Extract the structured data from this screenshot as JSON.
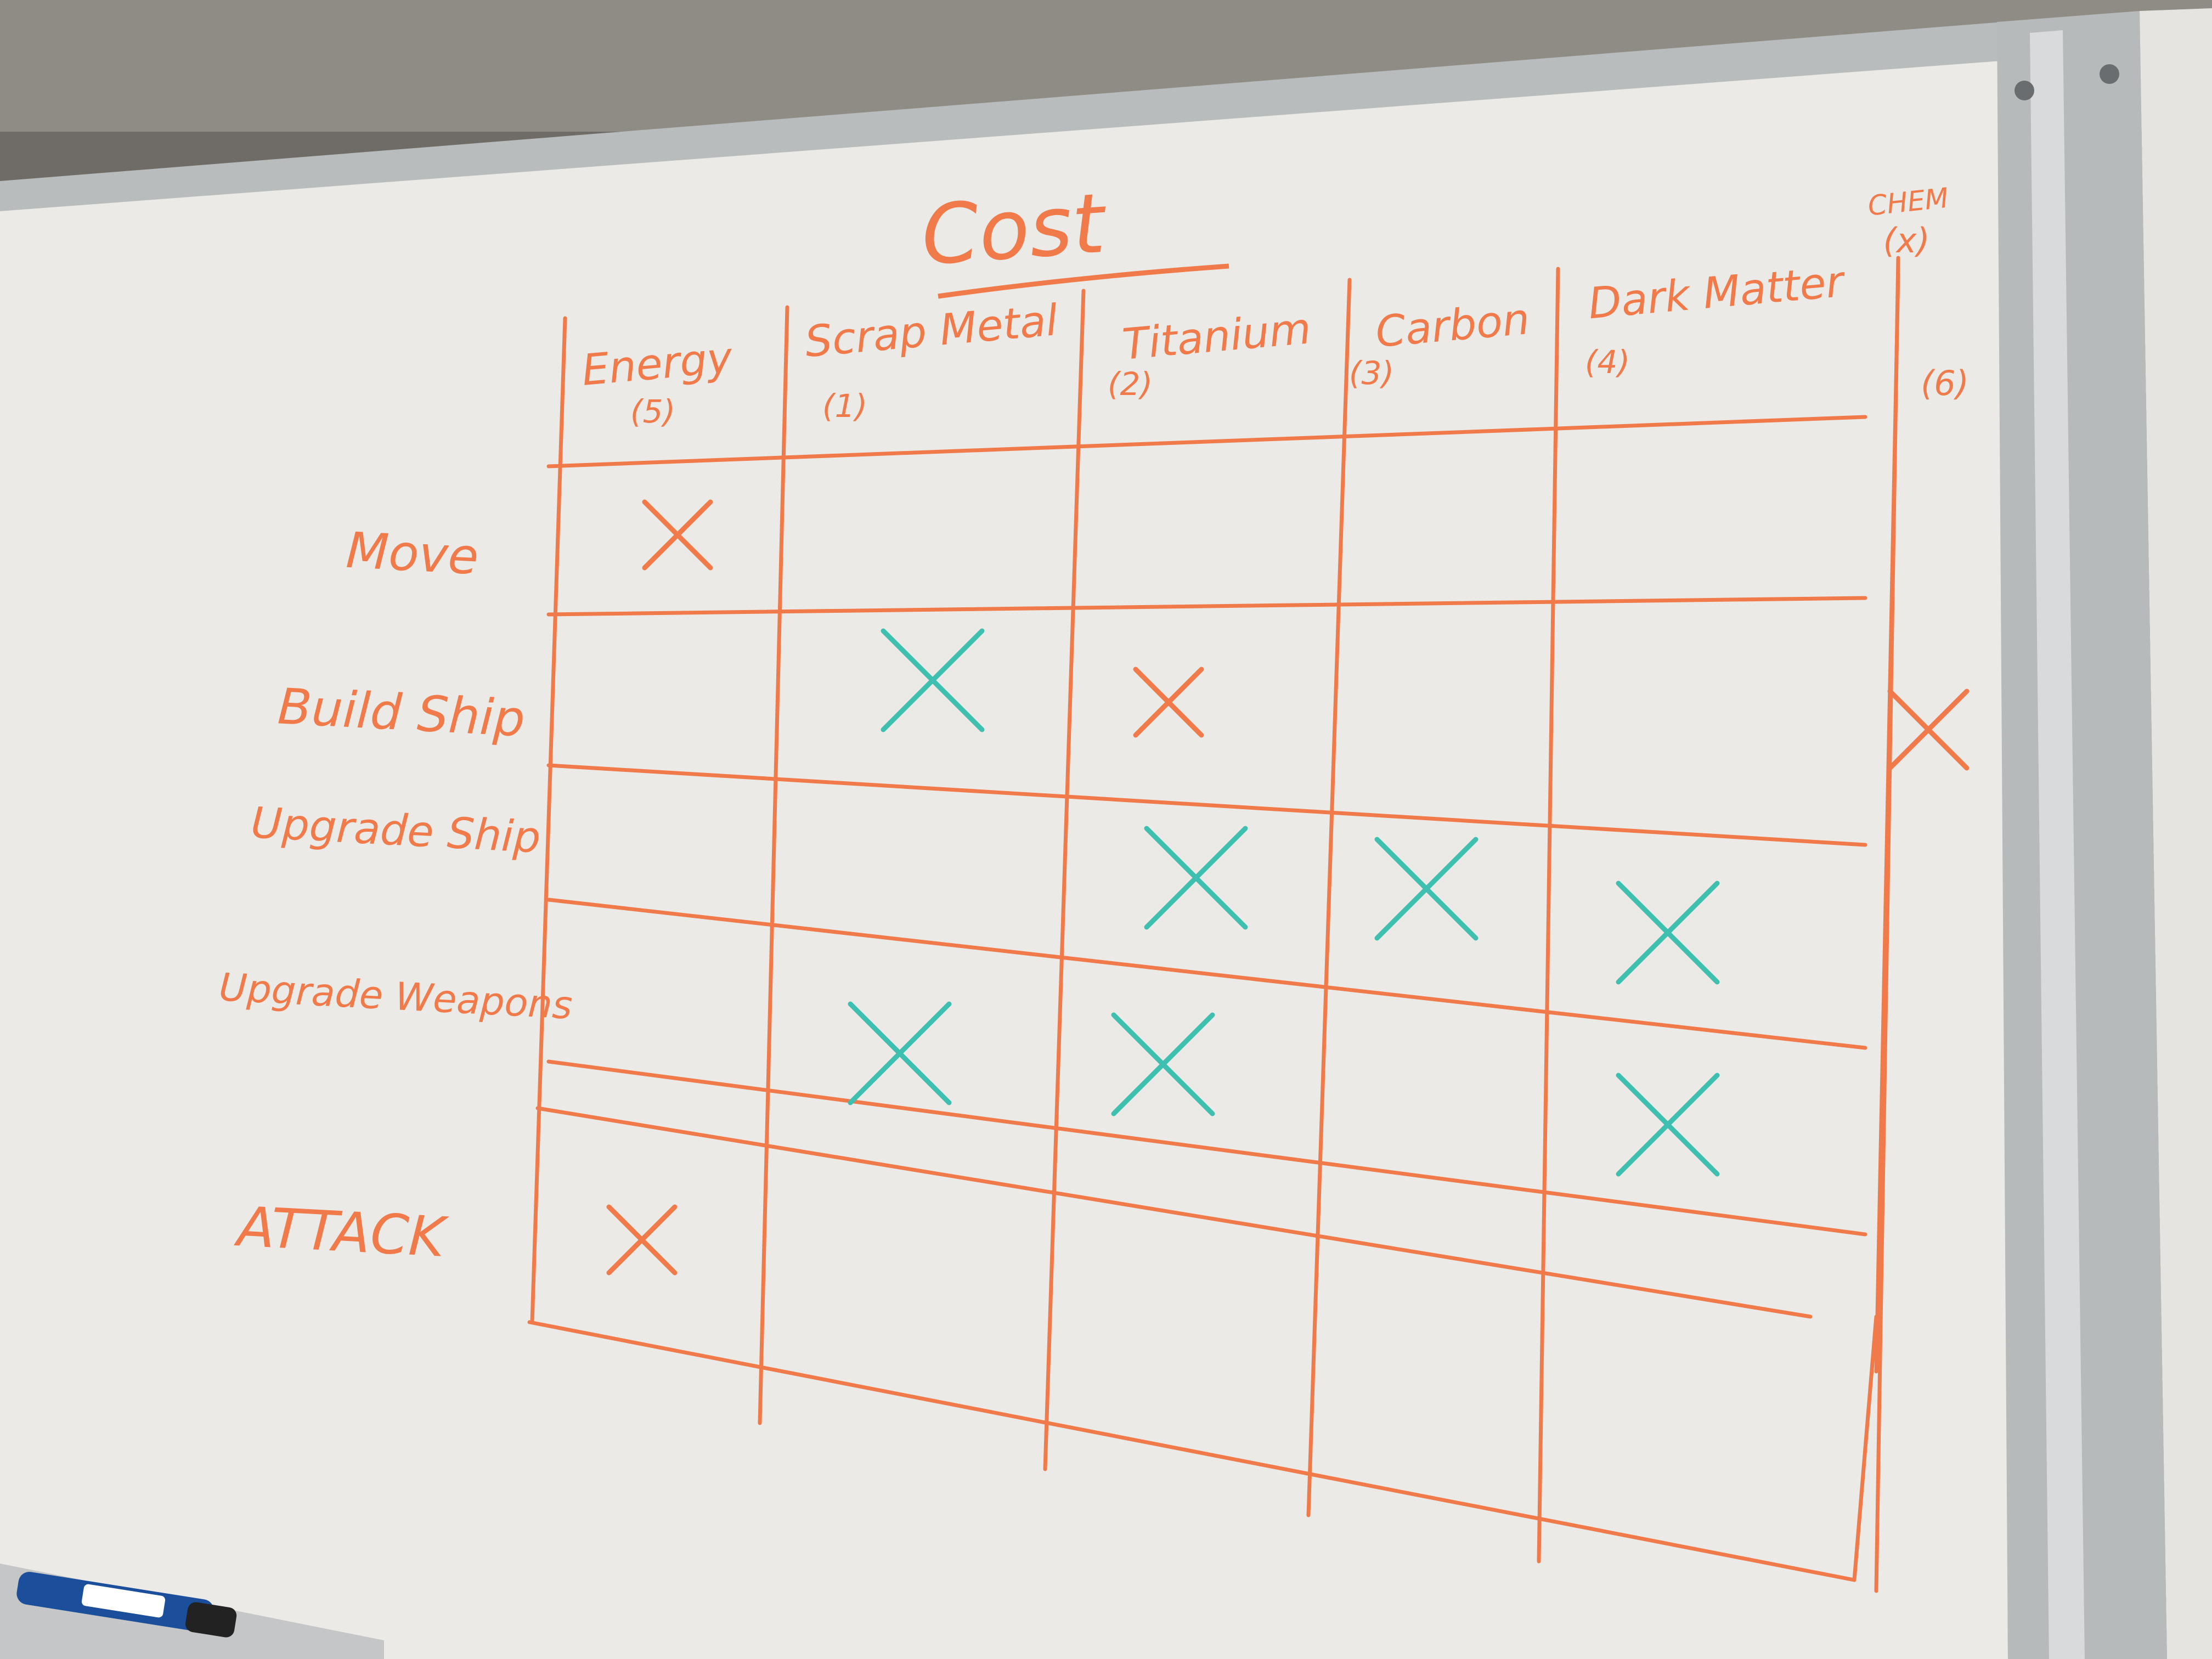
{
  "board": {
    "title": "Cost",
    "columns": [
      {
        "name": "Energy",
        "cost": "(5)"
      },
      {
        "name": "Scrap Metal",
        "cost": "(1)"
      },
      {
        "name": "Titanium",
        "cost": "(2)"
      },
      {
        "name": "Carbon",
        "cost": "(3)"
      },
      {
        "name": "Dark Matter",
        "cost": "(4)"
      }
    ],
    "extra_column": {
      "name": "CHEM",
      "cost": "(x)",
      "side_cost": "(6)"
    },
    "rows": [
      "Move",
      "Build Ship",
      "Upgrade Ship",
      "Upgrade Weapons",
      "ATTACK"
    ],
    "marks": [
      {
        "row": 0,
        "col": 0,
        "color": "orange"
      },
      {
        "row": 1,
        "col": 1,
        "color": "teal"
      },
      {
        "row": 1,
        "col": 2,
        "color": "orange"
      },
      {
        "row": 1,
        "col": 5,
        "color": "orange"
      },
      {
        "row": 2,
        "col": 2,
        "color": "teal"
      },
      {
        "row": 2,
        "col": 3,
        "color": "teal"
      },
      {
        "row": 2,
        "col": 4,
        "color": "teal"
      },
      {
        "row": 3,
        "col": 1,
        "color": "teal"
      },
      {
        "row": 3,
        "col": 2,
        "color": "teal"
      },
      {
        "row": 3,
        "col": 4,
        "color": "teal"
      },
      {
        "row": 4,
        "col": 0,
        "color": "orange"
      }
    ]
  },
  "colors": {
    "marker_orange": "#f07a4a",
    "marker_teal": "#3fbfb0",
    "board_white": "#eceae6",
    "frame": "#b9bcbd",
    "wall": "#8f8b85"
  }
}
